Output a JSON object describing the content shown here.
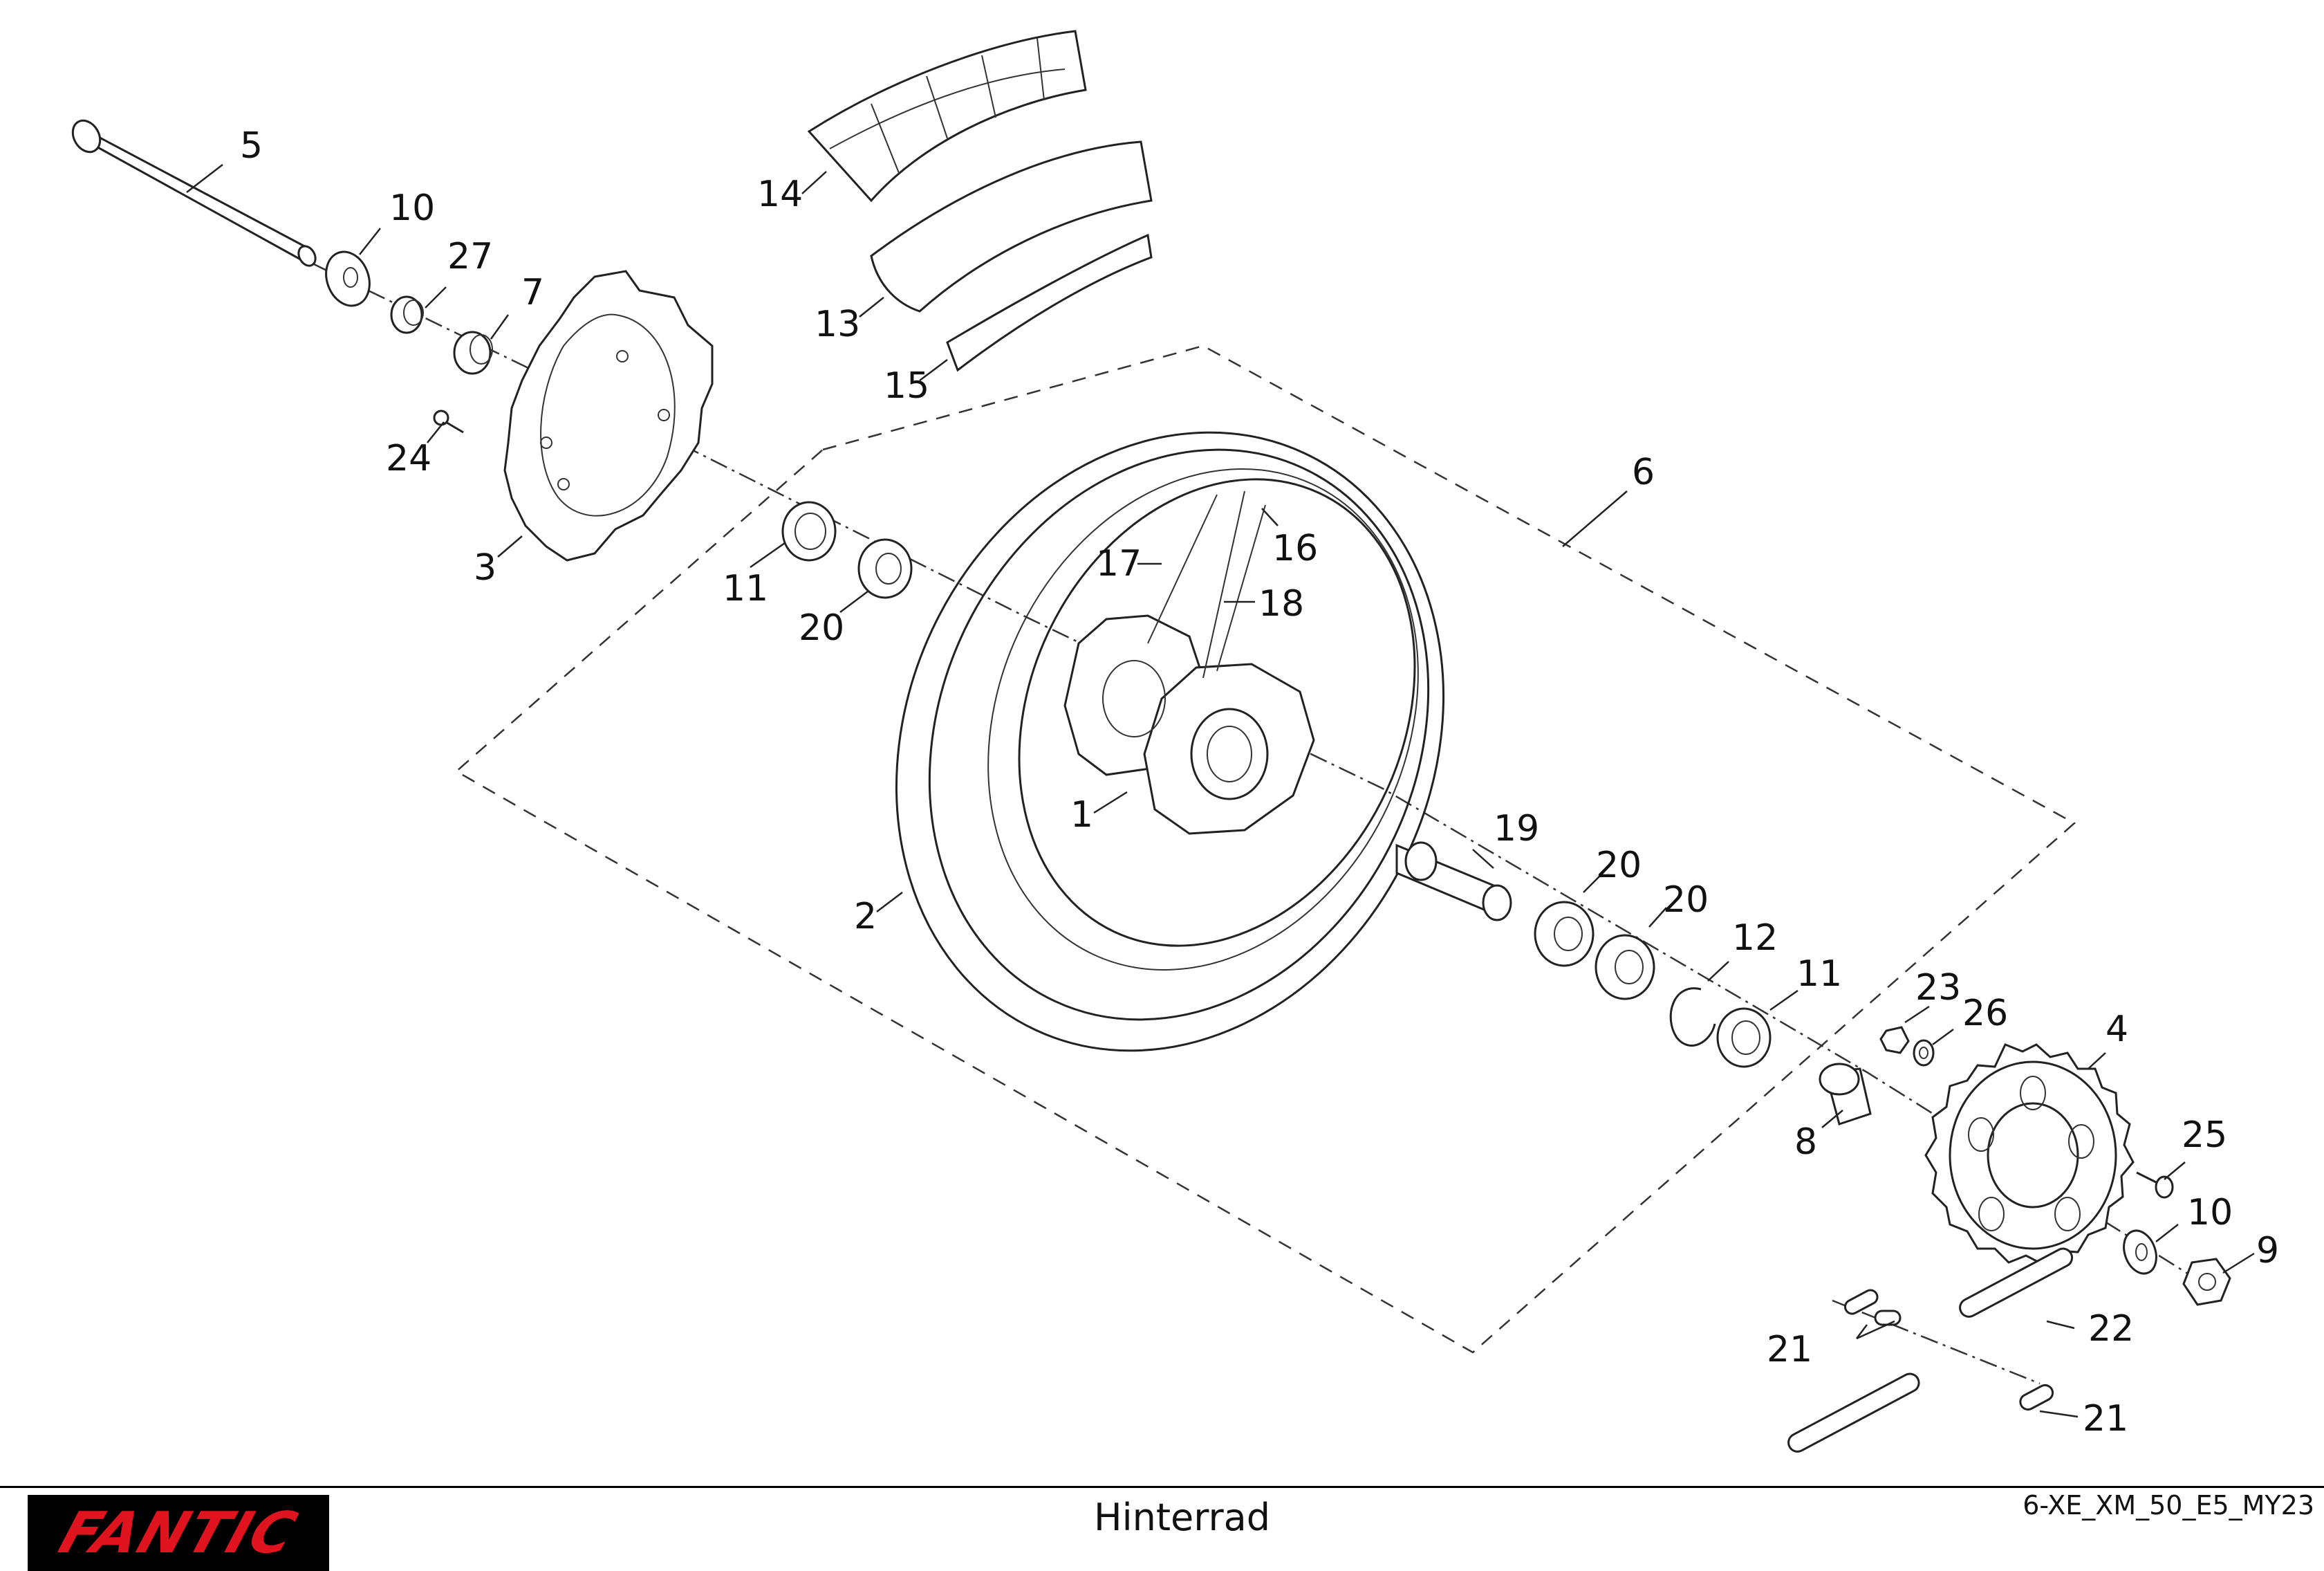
{
  "diagram": {
    "callouts": [
      {
        "id": "5",
        "text": "5"
      },
      {
        "id": "10a",
        "text": "10"
      },
      {
        "id": "27",
        "text": "27"
      },
      {
        "id": "7",
        "text": "7"
      },
      {
        "id": "24",
        "text": "24"
      },
      {
        "id": "3",
        "text": "3"
      },
      {
        "id": "14",
        "text": "14"
      },
      {
        "id": "13",
        "text": "13"
      },
      {
        "id": "15",
        "text": "15"
      },
      {
        "id": "6",
        "text": "6"
      },
      {
        "id": "11a",
        "text": "11"
      },
      {
        "id": "20a",
        "text": "20"
      },
      {
        "id": "17",
        "text": "17"
      },
      {
        "id": "16",
        "text": "16"
      },
      {
        "id": "18",
        "text": "18"
      },
      {
        "id": "1",
        "text": "1"
      },
      {
        "id": "2",
        "text": "2"
      },
      {
        "id": "19",
        "text": "19"
      },
      {
        "id": "20b",
        "text": "20"
      },
      {
        "id": "20c",
        "text": "20"
      },
      {
        "id": "12",
        "text": "12"
      },
      {
        "id": "11b",
        "text": "11"
      },
      {
        "id": "23",
        "text": "23"
      },
      {
        "id": "26",
        "text": "26"
      },
      {
        "id": "4",
        "text": "4"
      },
      {
        "id": "8",
        "text": "8"
      },
      {
        "id": "25",
        "text": "25"
      },
      {
        "id": "10b",
        "text": "10"
      },
      {
        "id": "9",
        "text": "9"
      },
      {
        "id": "21a",
        "text": "21"
      },
      {
        "id": "22",
        "text": "22"
      },
      {
        "id": "21b",
        "text": "21"
      }
    ]
  },
  "footer": {
    "brand": "FANTIC",
    "title": "Hinterrad",
    "code": "6-XE_XM_50_E5_MY23"
  },
  "colors": {
    "brand_red": "#e0141e",
    "logo_bg": "#000000"
  }
}
